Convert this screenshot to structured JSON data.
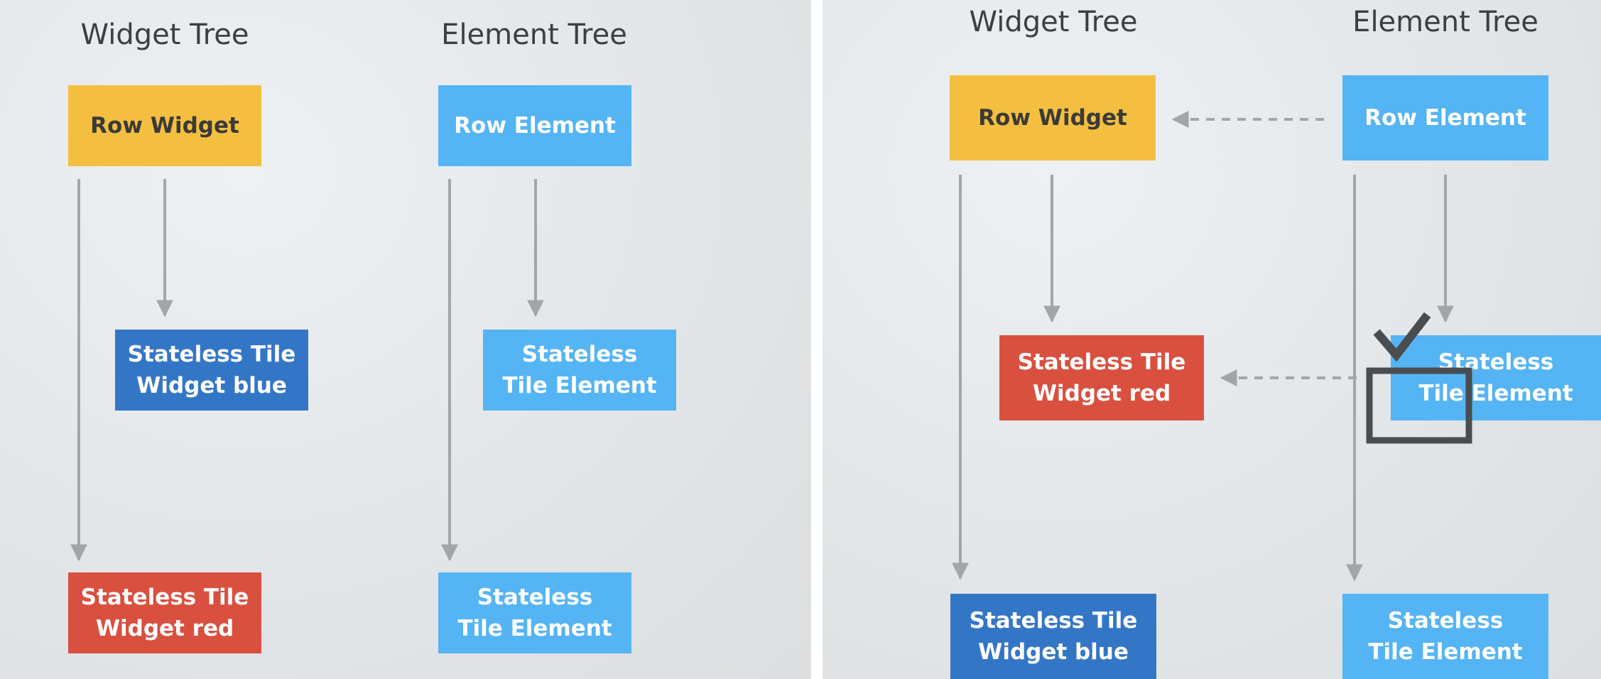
{
  "left": {
    "widget_tree_title": "Widget Tree",
    "element_tree_title": "Element Tree",
    "row_widget": "Row Widget",
    "row_element": "Row Element",
    "widget_child_1": [
      "Stateless Tile",
      "Widget blue"
    ],
    "widget_child_2": [
      "Stateless Tile",
      "Widget red"
    ],
    "element_child_1": [
      "Stateless",
      "Tile Element"
    ],
    "element_child_2": [
      "Stateless",
      "Tile Element"
    ]
  },
  "right": {
    "widget_tree_title": "Widget Tree",
    "element_tree_title": "Element Tree",
    "row_widget": "Row Widget",
    "row_element": "Row Element",
    "widget_child_1": [
      "Stateless Tile",
      "Widget red"
    ],
    "widget_child_2": [
      "Stateless Tile",
      "Widget blue"
    ],
    "element_child_1": [
      "Stateless",
      "Tile Element"
    ],
    "element_child_2": [
      "Stateless",
      "Tile Element"
    ]
  },
  "colors": {
    "yellow": "#f4bf41",
    "light_blue": "#55b4f4",
    "dark_blue": "#3476c6",
    "red": "#d9503f",
    "arrow": "#a3a6a9",
    "check_mark": "#4a4d50"
  },
  "icons": {
    "check": "check-mark-icon",
    "selection": "selection-box-icon"
  }
}
